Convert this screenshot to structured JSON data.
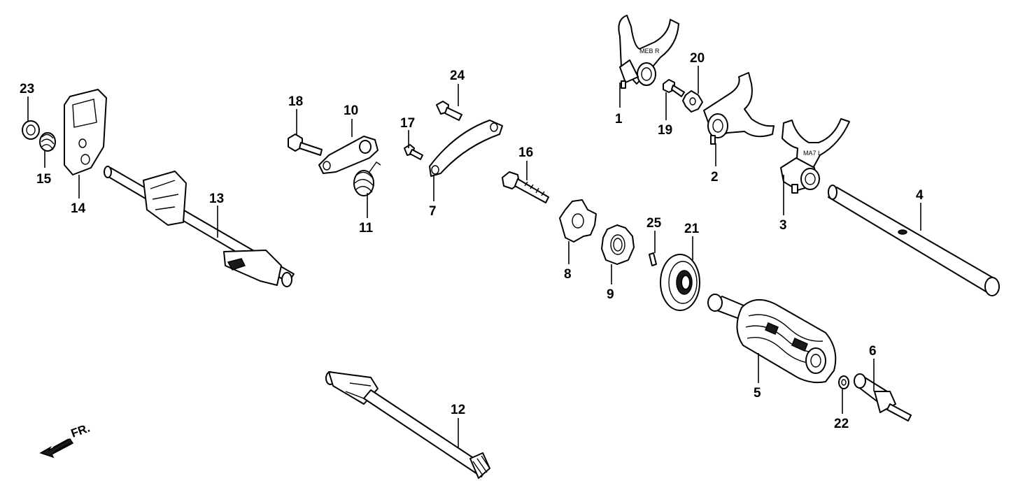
{
  "diagram": {
    "callouts": [
      "1",
      "2",
      "3",
      "4",
      "5",
      "6",
      "7",
      "8",
      "9",
      "10",
      "11",
      "12",
      "13",
      "14",
      "15",
      "16",
      "17",
      "18",
      "19",
      "20",
      "21",
      "22",
      "23",
      "24",
      "25"
    ],
    "direction_label": "FR.",
    "fork_stamps": {
      "fork_1": "MEB R",
      "fork_3": "MA7 L"
    }
  }
}
